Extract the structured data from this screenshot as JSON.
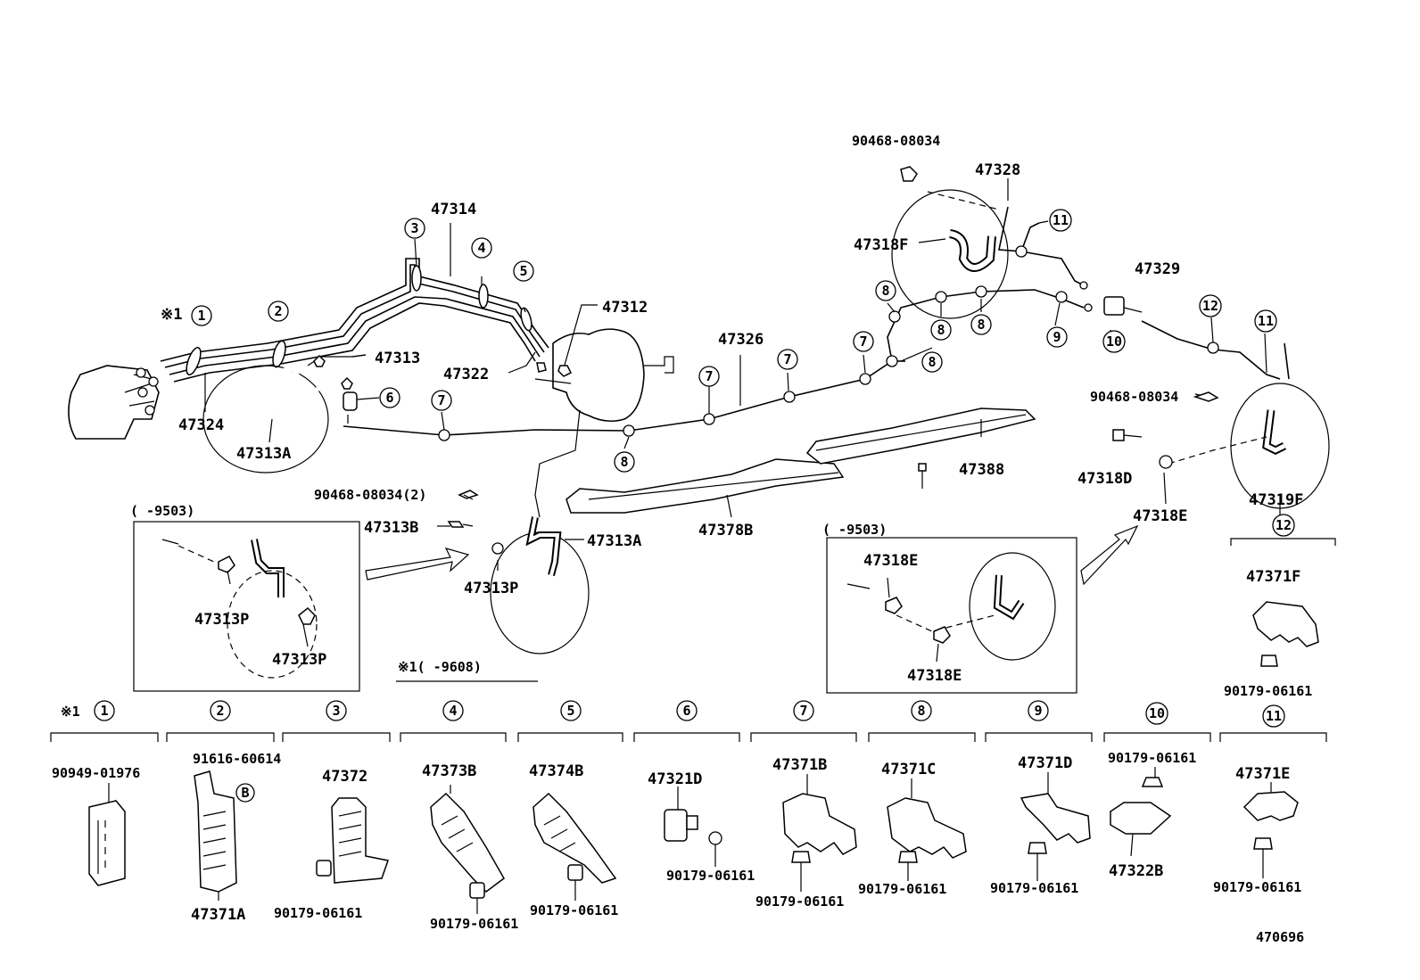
{
  "diagram_id": "470696",
  "labels": {
    "p47314": "47314",
    "p47312": "47312",
    "p47313": "47313",
    "p47322": "47322",
    "p47324": "47324",
    "p47313A_top": "47313A",
    "p47326": "47326",
    "p47328": "47328",
    "p47318F": "47318F",
    "p90468_top": "90468-08034",
    "p47329": "47329",
    "p90468_right": "90468-08034",
    "p47318D": "47318D",
    "p47318E": "47318E",
    "p47319F": "47319F",
    "p47388": "47388",
    "p47378B": "47378B",
    "p90468_2": "90468-08034(2)",
    "p47313B": "47313B",
    "p47313A_mid": "47313A",
    "p47313P_mid": "47313P",
    "note_star1": "※1",
    "inset_left_range": "(      -9503)",
    "inset_left_47313P_a": "47313P",
    "inset_left_47313P_b": "47313P",
    "inset_right_range": "(      -9503)",
    "inset_right_47318E_a": "47318E",
    "inset_right_47318E_b": "47318E",
    "star_range": "※1(      -9608)",
    "p47371F": "47371F",
    "p90179_top_right": "90179-06161"
  },
  "circle_numbers": [
    "1",
    "2",
    "3",
    "4",
    "5",
    "6",
    "7",
    "8",
    "9",
    "10",
    "11",
    "12"
  ],
  "legend": [
    {
      "num": "1",
      "prefix": "※1",
      "parts": [
        "90949-01976"
      ]
    },
    {
      "num": "2",
      "parts": [
        "91616-60614",
        "47371A"
      ],
      "badge": "B"
    },
    {
      "num": "3",
      "parts": [
        "47372",
        "90179-06161"
      ]
    },
    {
      "num": "4",
      "parts": [
        "47373B",
        "90179-06161"
      ]
    },
    {
      "num": "5",
      "parts": [
        "47374B",
        "90179-06161"
      ]
    },
    {
      "num": "6",
      "parts": [
        "47321D",
        "90179-06161"
      ]
    },
    {
      "num": "7",
      "parts": [
        "47371B",
        "90179-06161"
      ]
    },
    {
      "num": "8",
      "parts": [
        "47371C",
        "90179-06161"
      ]
    },
    {
      "num": "9",
      "parts": [
        "47371D",
        "90179-06161"
      ]
    },
    {
      "num": "10",
      "parts": [
        "90179-06161",
        "47322B"
      ]
    },
    {
      "num": "11",
      "parts": [
        "47371E",
        "90179-06161"
      ]
    }
  ]
}
